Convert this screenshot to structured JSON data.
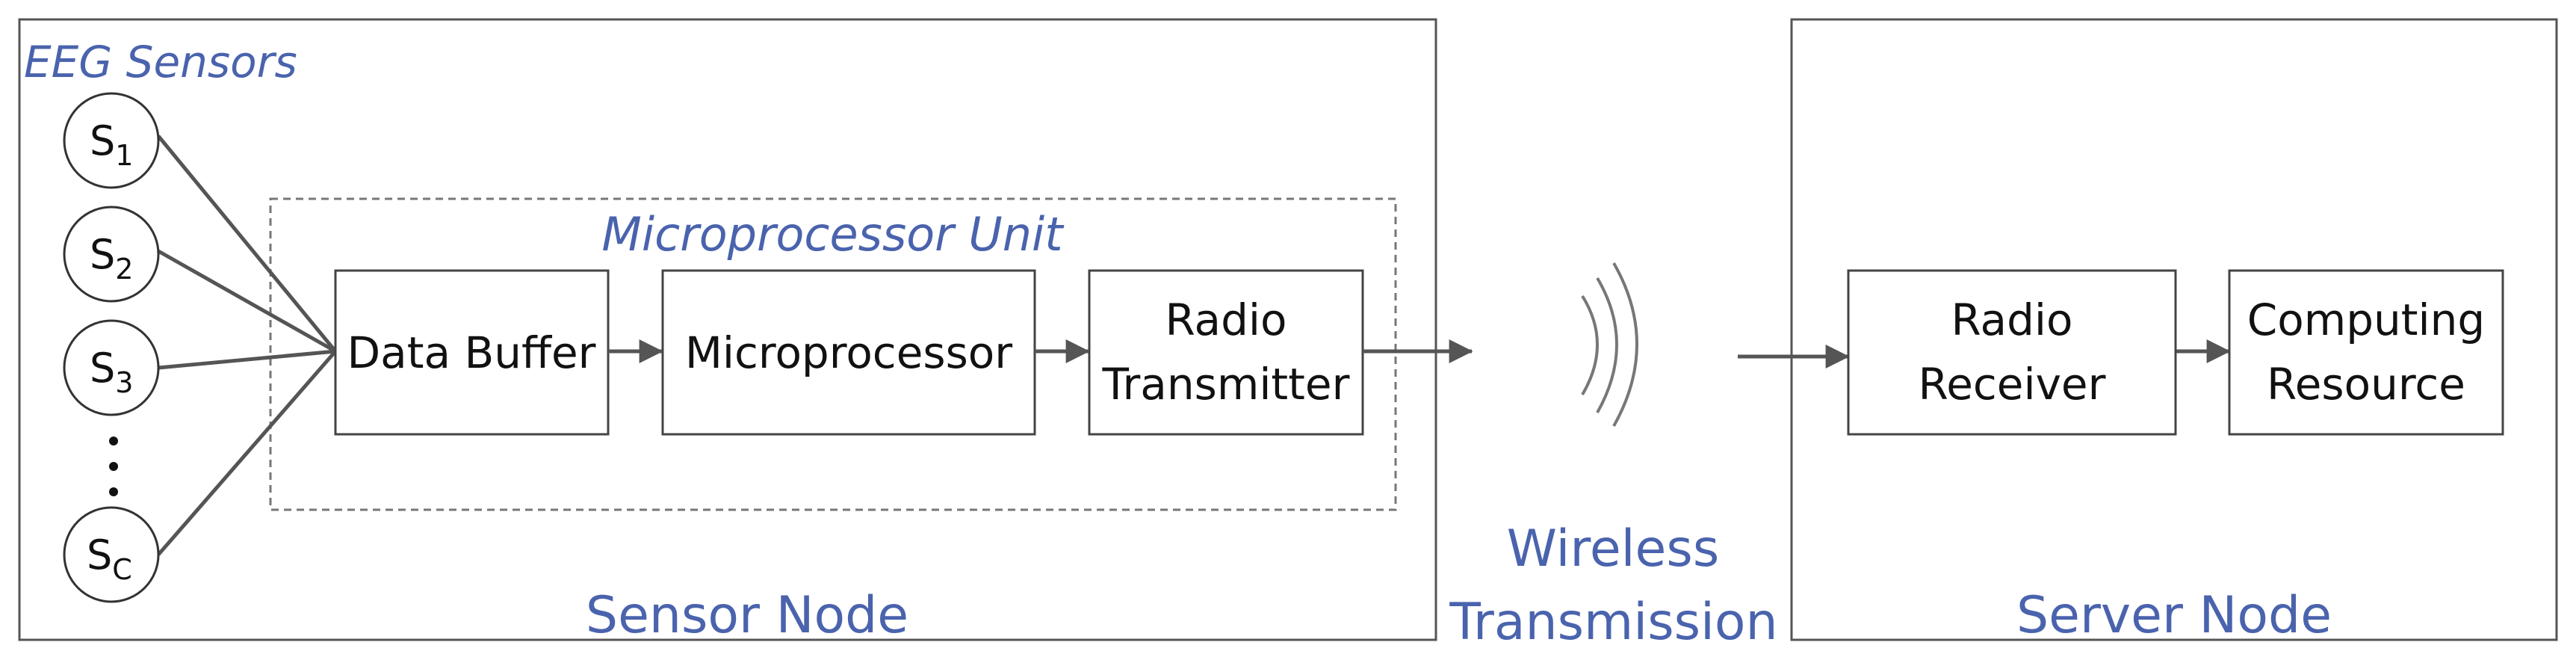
{
  "sensor_node": {
    "label": "Sensor Node",
    "sensors_title": "EEG Sensors",
    "sensors": [
      {
        "base": "S",
        "sub": "1"
      },
      {
        "base": "S",
        "sub": "2"
      },
      {
        "base": "S",
        "sub": "3"
      },
      {
        "base": "S",
        "sub": "C"
      }
    ],
    "microprocessor_unit": {
      "title": "Microprocessor Unit",
      "blocks": {
        "data_buffer": [
          "Data Buffer"
        ],
        "microprocessor": [
          "Microprocessor"
        ],
        "radio_transmitter": [
          "Radio",
          "Transmitter"
        ]
      }
    }
  },
  "wireless": {
    "label_line1": "Wireless",
    "label_line2": "Transmission"
  },
  "server_node": {
    "label": "Server Node",
    "blocks": {
      "radio_receiver": [
        "Radio",
        "Receiver"
      ],
      "computing_resource": [
        "Computing",
        "Resource"
      ]
    }
  },
  "colors": {
    "accent_blue": "#4a63ad",
    "line_gray": "#555555",
    "box_border": "#444444"
  }
}
